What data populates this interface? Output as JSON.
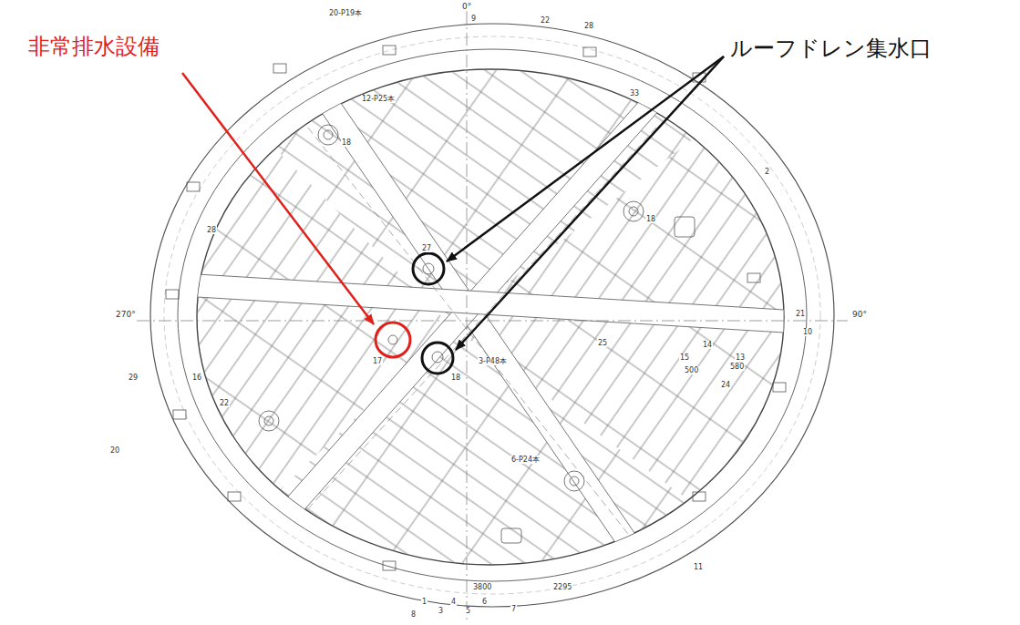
{
  "diagram": {
    "labels": [
      "非常排水設備",
      "ルーフドレン集水口",
      "0°",
      "270°",
      "90°",
      "9",
      "22",
      "28",
      "33",
      "2",
      "21",
      "10",
      "13",
      "24",
      "25",
      "14",
      "15",
      "580",
      "500",
      "17",
      "18",
      "27",
      "18",
      "18",
      "16",
      "29",
      "28",
      "22",
      "20",
      "1",
      "3",
      "4",
      "5",
      "6",
      "7",
      "8",
      "11",
      "3800",
      "2295",
      "12-P25本",
      "6-P24本",
      "3-P48本",
      "20-P19本"
    ]
  }
}
